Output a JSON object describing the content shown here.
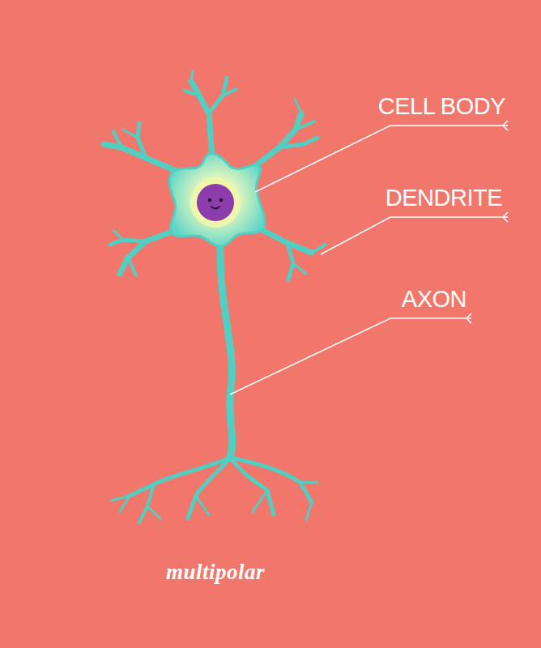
{
  "diagram": {
    "caption": "multipolar",
    "labels": [
      "CELL BODY",
      "DENDRITE",
      "AXON"
    ]
  }
}
